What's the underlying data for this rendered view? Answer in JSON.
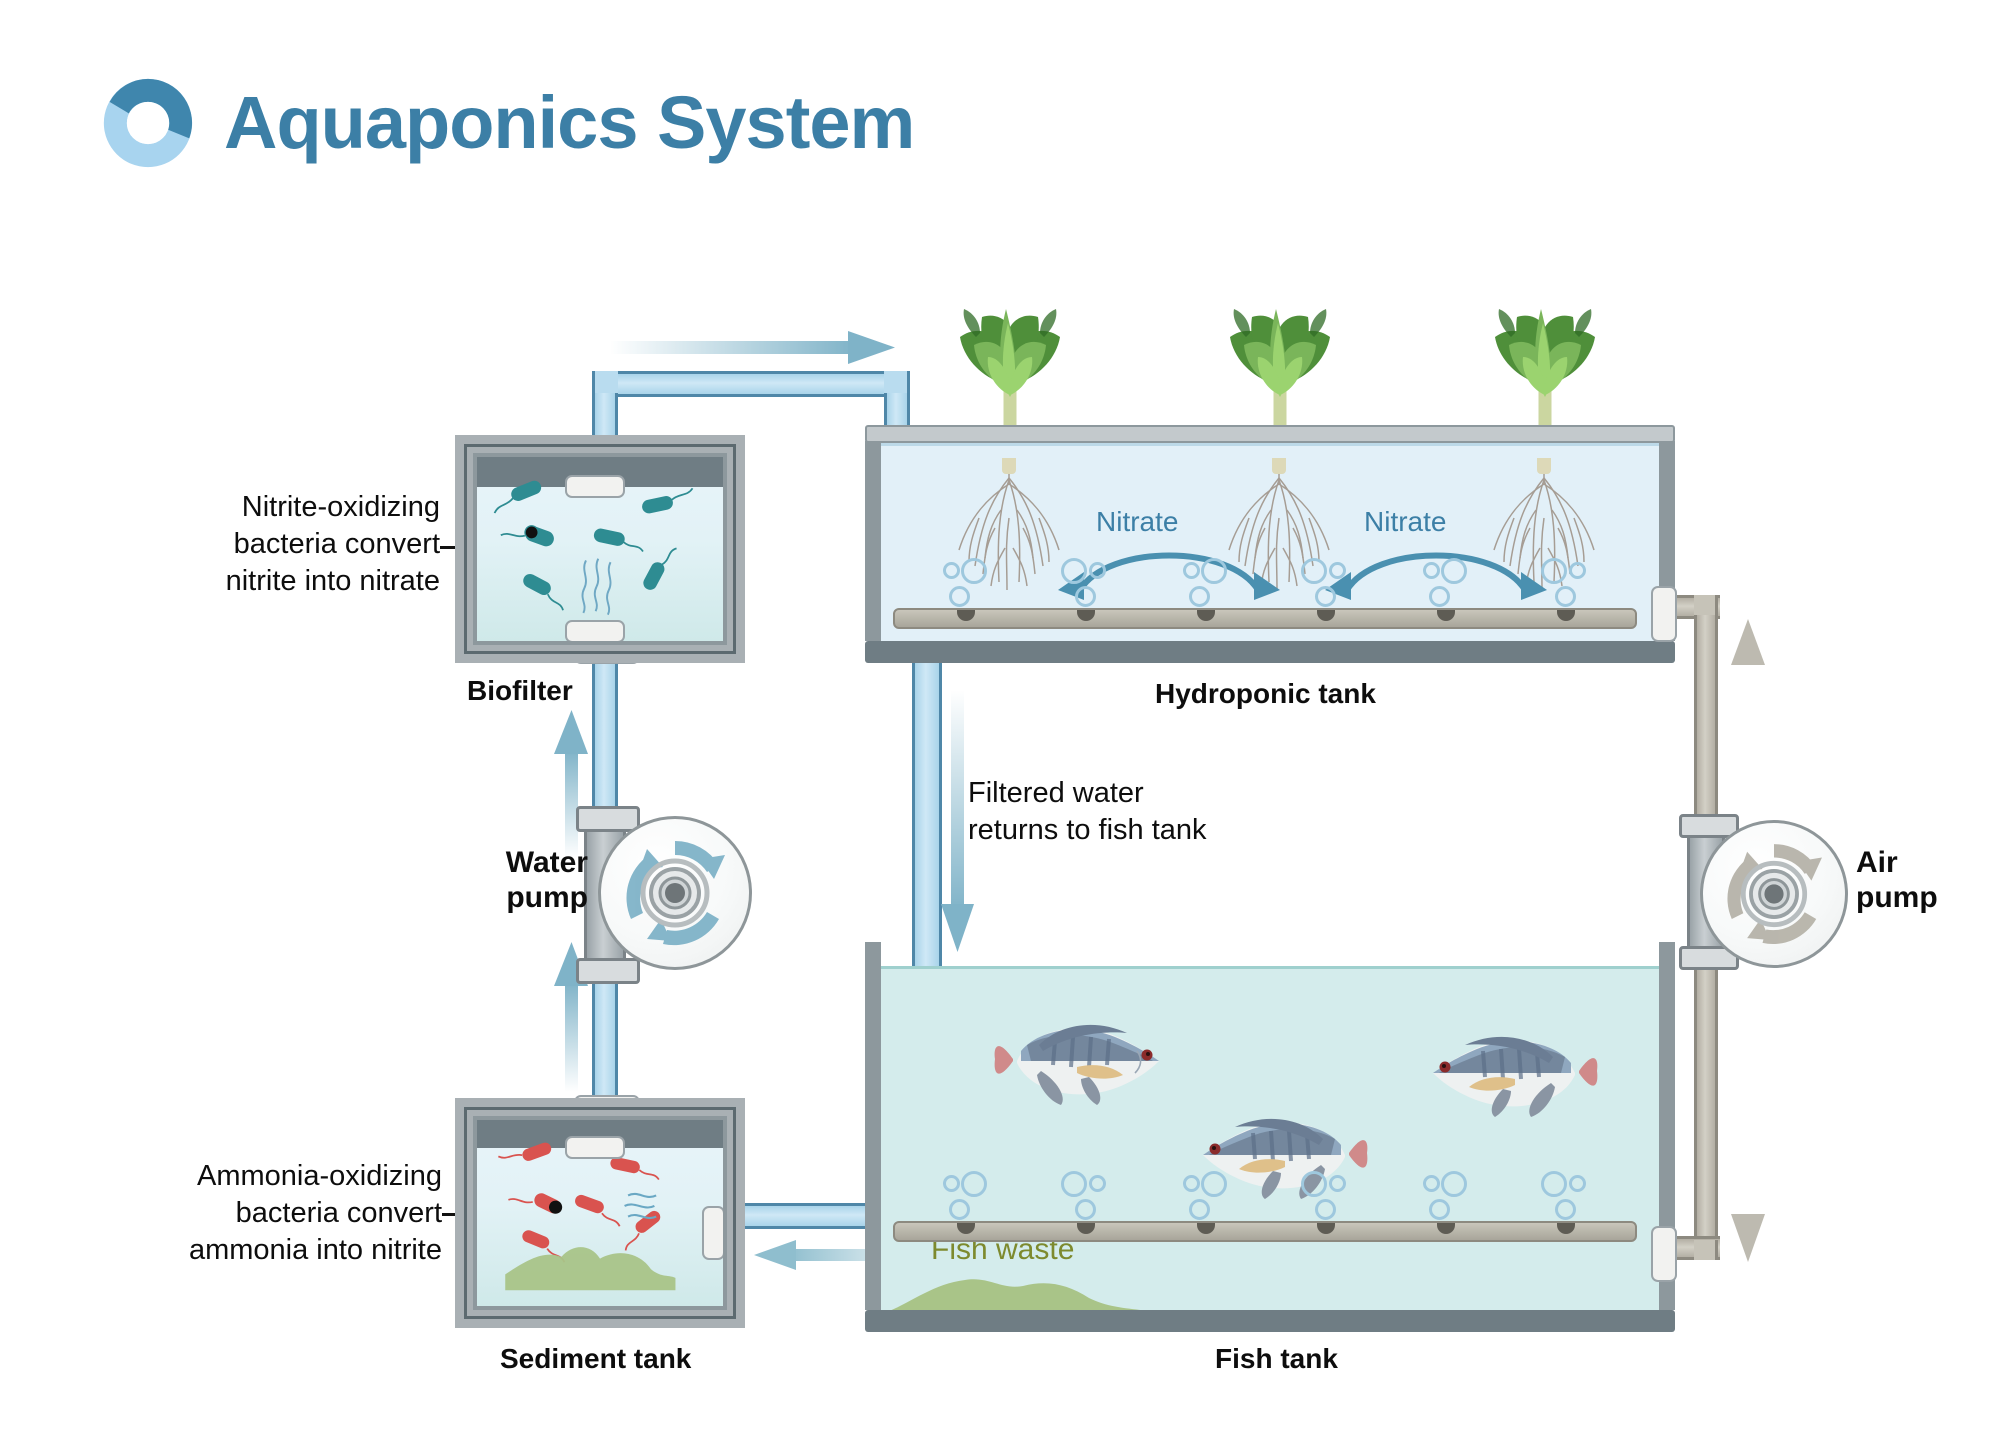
{
  "header": {
    "title": "Aquaponics System",
    "logo_icon": "ring-logo-icon",
    "logo_color_dark": "#3c7fa6",
    "logo_color_light": "#a8d4ef"
  },
  "colors": {
    "title_blue": "#3c7fa6",
    "nitrate_blue": "#3c7fa6",
    "fish_waste_olive": "#7d8a2e",
    "water_fill": "#dff0f7",
    "tank_frame": "#a9b0b4",
    "tank_frame_stroke": "#5c6a70",
    "water_pipe": "#b9dcef",
    "water_pipe_stroke": "#4f87a8",
    "air_pipe": "#c6c3b8",
    "air_pipe_stroke": "#8d8a80",
    "biofilter_bacteria": "#2e8c92",
    "sediment_bacteria": "#d9534f",
    "sediment_mound": "#a9c488",
    "lettuce_green": "#6aa84f"
  },
  "annotations": [
    {
      "id": "nitrite-oxidizing",
      "text": "Nitrite-oxidizing\nbacteria convert\nnitrite into nitrate"
    },
    {
      "id": "ammonia-oxidizing",
      "text": "Ammonia-oxidizing\nbacteria convert\nammonia into nitrite"
    },
    {
      "id": "filtered-water-return",
      "text": "Filtered water\nreturns to fish tank"
    }
  ],
  "tanks": [
    {
      "id": "biofilter",
      "label": "Biofilter"
    },
    {
      "id": "hydroponic-tank",
      "label": "Hydroponic tank"
    },
    {
      "id": "sediment-tank",
      "label": "Sediment tank"
    },
    {
      "id": "fish-tank",
      "label": "Fish tank"
    }
  ],
  "pumps": [
    {
      "id": "water-pump",
      "label": "Water\npump",
      "arrow_color": "#7fb3c8"
    },
    {
      "id": "air-pump",
      "label": "Air\npump",
      "arrow_color": "#b6b3a9"
    }
  ],
  "flow_labels": {
    "nitrate_left": "Nitrate",
    "nitrate_right": "Nitrate",
    "fish_waste": "Fish waste"
  },
  "counts": {
    "lettuce_plants": 3,
    "fish": 3,
    "biofilter_bacteria": 6,
    "sediment_bacteria": 6,
    "hydroponic_bubble_groups": 6,
    "fish_tank_bubble_groups": 6
  }
}
